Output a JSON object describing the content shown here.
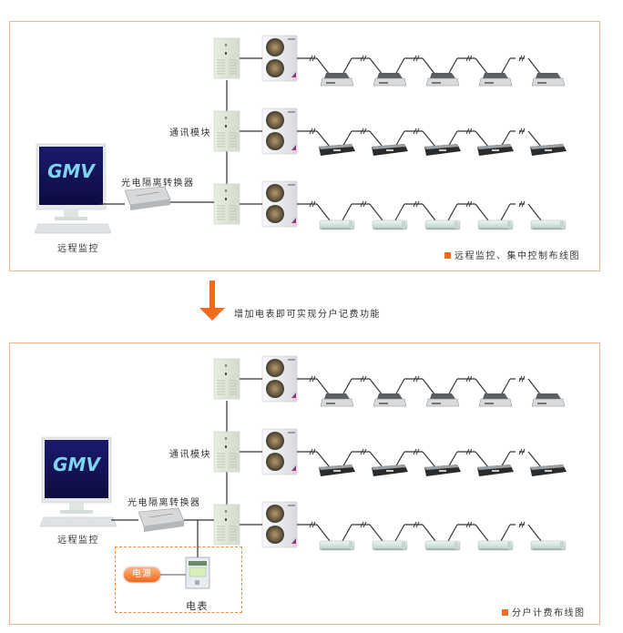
{
  "top_diagram": {
    "labels": {
      "comm_module": "通讯模块",
      "converter": "光电隔离转换器",
      "remote_monitor": "远程监控",
      "monitor_logo": "GMV"
    },
    "legend": "远程监控、集中控制布线图",
    "rows": [
      {
        "indoor_type": "cassette",
        "indoor_count": 5
      },
      {
        "indoor_type": "duct",
        "indoor_count": 5
      },
      {
        "indoor_type": "wall-mounted",
        "indoor_count": 5
      }
    ]
  },
  "transition": {
    "arrow_icon": "down-arrow-icon",
    "text": "增加电表即可实现分户记费功能",
    "color": "#f26b1d"
  },
  "bottom_diagram": {
    "labels": {
      "comm_module": "通讯模块",
      "converter": "光电隔离转换器",
      "remote_monitor": "远程监控",
      "power_source": "电源",
      "meter": "电表",
      "monitor_logo": "GMV"
    },
    "legend": "分户计费布线图",
    "rows": [
      {
        "indoor_type": "cassette",
        "indoor_count": 5
      },
      {
        "indoor_type": "duct",
        "indoor_count": 5
      },
      {
        "indoor_type": "wall-mounted",
        "indoor_count": 5
      }
    ]
  },
  "colors": {
    "accent": "#f26b1d",
    "panel_border": "#f2b48c",
    "line": "#333333"
  }
}
